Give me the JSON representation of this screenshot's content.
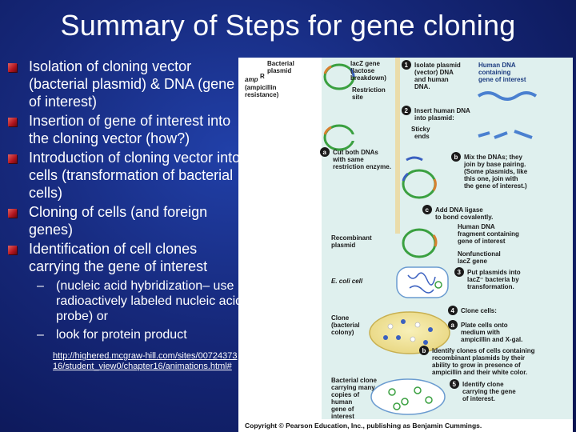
{
  "slide": {
    "title": "Summary of Steps for gene cloning",
    "bullets": [
      "Isolation of cloning vector (bacterial plasmid)  & DNA (gene of interest)",
      "Insertion of gene of interest into the cloning vector (how?)",
      "Introduction of cloning vector into cells (transformation of bacterial cells)",
      "Cloning of cells (and foreign genes)",
      "Identification of cell clones carrying the gene of interest"
    ],
    "sub_bullets": [
      "(nucleic acid hybridization– use radioactively labeled nucleic acid probe) or",
      "look for protein product"
    ],
    "link_text": "http://highered.mcgraw-hill.com/sites/0072437316/student_view0/chapter16/animations.html#"
  },
  "figure": {
    "labels": {
      "bacterial_plasmid": [
        "Bacterial",
        "plasmid"
      ],
      "ampR": [
        "amp",
        "R"
      ],
      "ampicillin": [
        "(ampicillin",
        "resistance)"
      ],
      "lacZ": [
        "lacZ gene",
        "(lactose",
        "breakdown)"
      ],
      "restriction": [
        "Restriction",
        "site"
      ],
      "human_dna": [
        "Human DNA",
        "containing",
        "gene of interest"
      ],
      "sticky": [
        "Sticky",
        "ends"
      ],
      "recombinant": [
        "Recombinant",
        "plasmid"
      ],
      "human_frag": [
        "Human DNA",
        "fragment containing",
        "gene of interest"
      ],
      "nonfunctional": [
        "Nonfunctional",
        "lacZ gene"
      ],
      "ecoli": "E. coli cell",
      "clone": [
        "Clone",
        "(bacterial",
        "colony)"
      ],
      "bacterial_clone": [
        "Bacterial clone",
        "carrying many",
        "copies of",
        "human",
        "gene of",
        "interest"
      ]
    },
    "steps": [
      {
        "id": "1",
        "text": [
          "Isolate plasmid",
          "(vector) DNA",
          "and human",
          "DNA."
        ]
      },
      {
        "id": "2",
        "text": [
          "Insert human DNA",
          "into plasmid:"
        ]
      },
      {
        "id": "a",
        "text": [
          "Cut both DNAs",
          "with same",
          "restriction enzyme."
        ]
      },
      {
        "id": "b",
        "text": [
          "Mix the DNAs; they",
          "join by base pairing.",
          "(Some plasmids, like",
          "this one, join with",
          "the gene of interest.)"
        ]
      },
      {
        "id": "c",
        "text": [
          "Add DNA ligase",
          "to bond covalently."
        ]
      },
      {
        "id": "3",
        "text": [
          "Put plasmids into",
          "lacZ⁻ bacteria by",
          "transformation."
        ]
      },
      {
        "id": "4",
        "text": [
          "Clone cells:"
        ]
      },
      {
        "id": "a",
        "text": [
          "Plate cells onto",
          "medium with",
          "ampicillin and X-gal."
        ]
      },
      {
        "id": "b",
        "text": [
          "Identify clones of cells containing",
          "recombinant plasmids by their",
          "ability to grow in presence of",
          "ampicillin and their white color."
        ]
      },
      {
        "id": "5",
        "text": [
          "Identify clone",
          "carrying the gene",
          "of interest."
        ]
      }
    ],
    "copyright": "Copyright © Pearson Education, Inc., publishing as Benjamin Cummings."
  }
}
